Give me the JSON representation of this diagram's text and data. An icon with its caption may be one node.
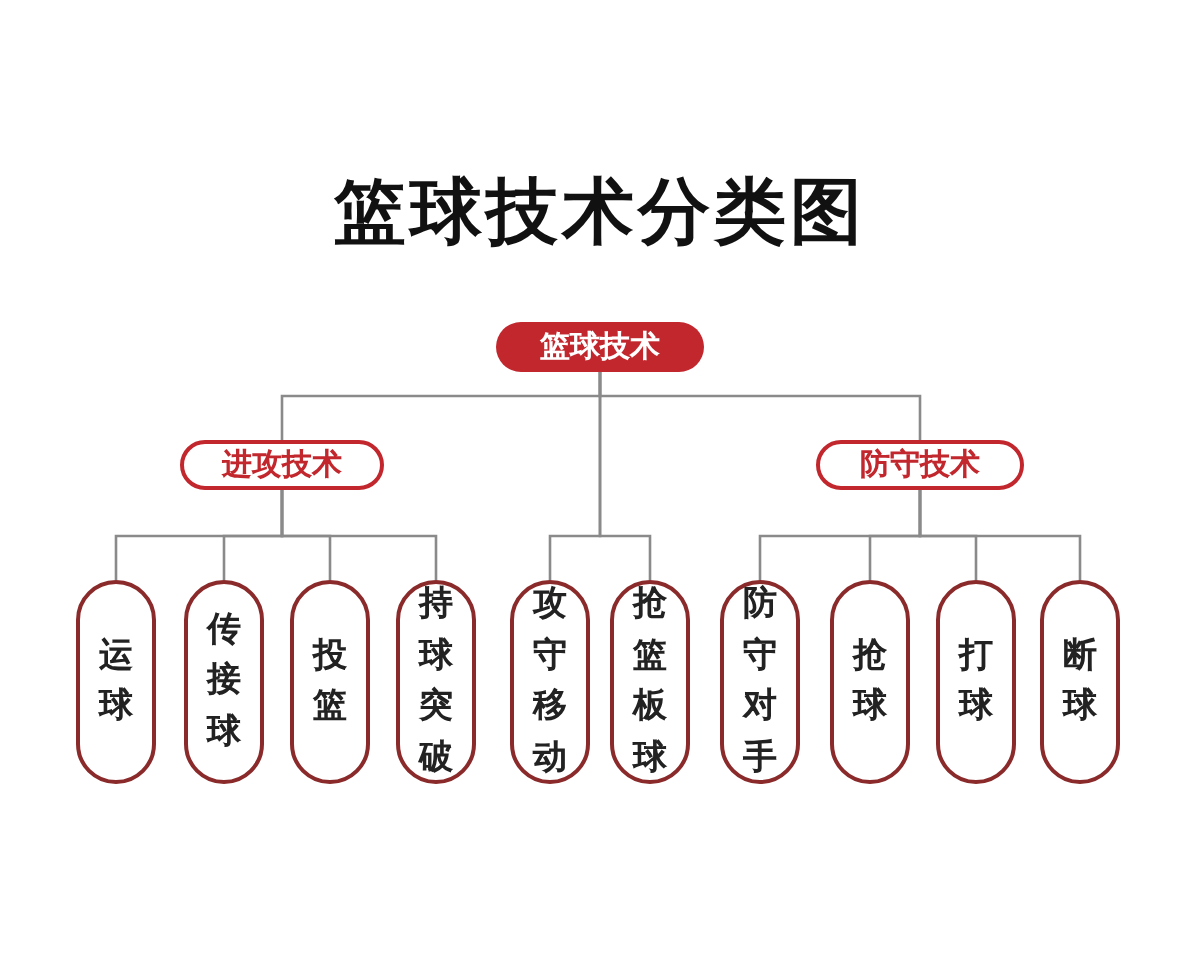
{
  "diagram": {
    "title": "篮球技术分类图",
    "nodes": [
      {
        "text": [
          "篮球技术"
        ]
      },
      {
        "text": [
          "进攻技术"
        ]
      },
      {
        "text": [
          "防守技术"
        ]
      },
      {
        "text": [
          "运球"
        ]
      },
      {
        "text": [
          "传接球"
        ]
      },
      {
        "text": [
          "投篮"
        ]
      },
      {
        "text": [
          "持球突破"
        ]
      },
      {
        "text": [
          "攻守移动"
        ]
      },
      {
        "text": [
          "抢篮板球"
        ]
      },
      {
        "text": [
          "防守对手"
        ]
      },
      {
        "text": [
          "抢球"
        ]
      },
      {
        "text": [
          "打球"
        ]
      },
      {
        "text": [
          "断球"
        ]
      }
    ],
    "edges": [
      {
        "from": 0,
        "to": 1,
        "arrow": "none"
      },
      {
        "from": 0,
        "to": 2,
        "arrow": "none"
      },
      {
        "from": 1,
        "to": 3,
        "arrow": "none"
      },
      {
        "from": 1,
        "to": 4,
        "arrow": "none"
      },
      {
        "from": 1,
        "to": 5,
        "arrow": "none"
      },
      {
        "from": 1,
        "to": 6,
        "arrow": "none"
      },
      {
        "from": 0,
        "to": 7,
        "arrow": "none"
      },
      {
        "from": 0,
        "to": 8,
        "arrow": "none"
      },
      {
        "from": 2,
        "to": 9,
        "arrow": "none"
      },
      {
        "from": 2,
        "to": 10,
        "arrow": "none"
      },
      {
        "from": 2,
        "to": 11,
        "arrow": "none"
      },
      {
        "from": 2,
        "to": 12,
        "arrow": "none"
      }
    ]
  }
}
